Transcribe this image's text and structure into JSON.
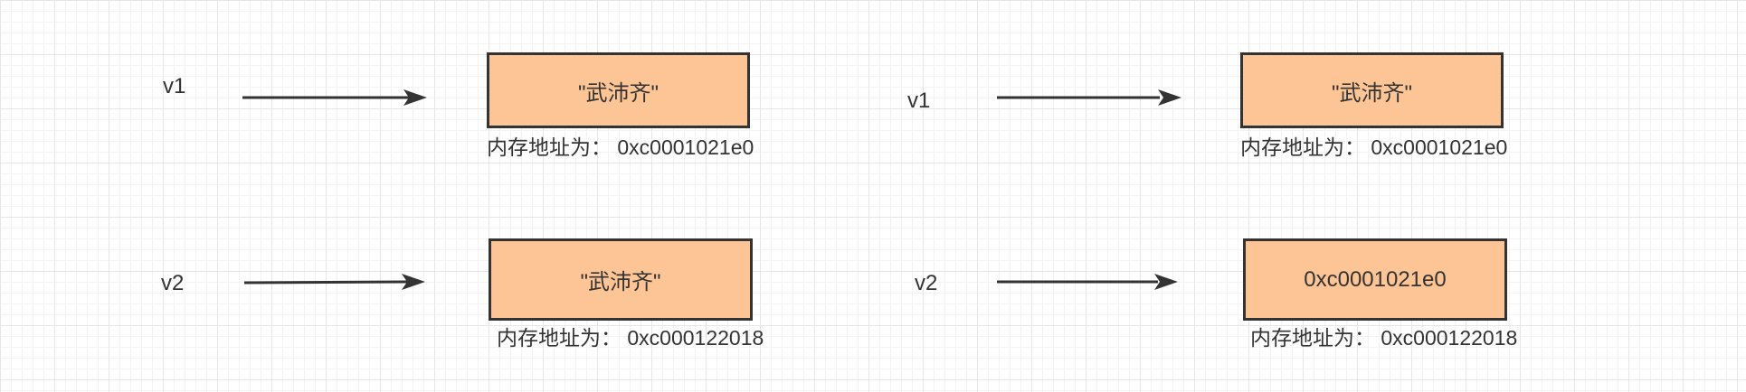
{
  "style": {
    "box_fill": "#fdc595",
    "stroke": "#333333",
    "text_color": "#333333",
    "grid_major": "#e6e6e6",
    "grid_minor": "#f3f3f3"
  },
  "panels": [
    {
      "rows": [
        {
          "var": "v1",
          "box_text": "\"武沛齐\"",
          "address": "内存地址为：  0xc0001021e0"
        },
        {
          "var": "v2",
          "box_text": "\"武沛齐\"",
          "address": "内存地址为：  0xc000122018"
        }
      ]
    },
    {
      "rows": [
        {
          "var": "v1",
          "box_text": "\"武沛齐\"",
          "address": "内存地址为：  0xc0001021e0"
        },
        {
          "var": "v2",
          "box_text": "0xc0001021e0",
          "address": "内存地址为：  0xc000122018"
        }
      ]
    }
  ]
}
